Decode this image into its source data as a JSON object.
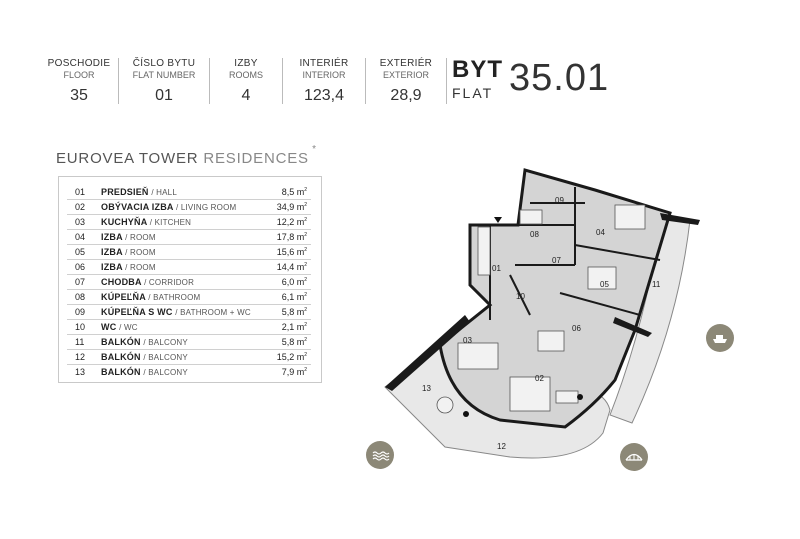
{
  "header": {
    "stats": [
      {
        "sk": "POSCHODIE",
        "en": "FLOOR",
        "value": "35"
      },
      {
        "sk": "ČÍSLO BYTU",
        "en": "FLAT NUMBER",
        "value": "01"
      },
      {
        "sk": "IZBY",
        "en": "ROOMS",
        "value": "4"
      },
      {
        "sk": "INTERIÉR",
        "en": "INTERIOR",
        "value": "123,4"
      },
      {
        "sk": "EXTERIÉR",
        "en": "EXTERIOR",
        "value": "28,9"
      }
    ],
    "flat_sk": "BYT",
    "flat_en": "FLAT",
    "flat_number": "35.01"
  },
  "title": {
    "main": "EUROVEA TOWER",
    "light": "RESIDENCES",
    "star": "*"
  },
  "rooms": [
    {
      "num": "01",
      "name": "PREDSIEŇ",
      "en": "/ HALL",
      "area": "8,5 m",
      "unit": "2"
    },
    {
      "num": "02",
      "name": "OBÝVACIA IZBA",
      "en": "/ LIVING ROOM",
      "area": "34,9 m",
      "unit": "2"
    },
    {
      "num": "03",
      "name": "KUCHYŇA",
      "en": "/ KITCHEN",
      "area": "12,2 m",
      "unit": "2"
    },
    {
      "num": "04",
      "name": "IZBA",
      "en": "/ ROOM",
      "area": "17,8 m",
      "unit": "2"
    },
    {
      "num": "05",
      "name": "IZBA",
      "en": "/ ROOM",
      "area": "15,6 m",
      "unit": "2"
    },
    {
      "num": "06",
      "name": "IZBA",
      "en": "/ ROOM",
      "area": "14,4 m",
      "unit": "2"
    },
    {
      "num": "07",
      "name": "CHODBA",
      "en": "/ CORRIDOR",
      "area": "6,0 m",
      "unit": "2"
    },
    {
      "num": "08",
      "name": "KÚPEĽŇA",
      "en": "/ BATHROOM",
      "area": "6,1 m",
      "unit": "2"
    },
    {
      "num": "09",
      "name": "KÚPEĽŇA S WC",
      "en": "/ BATHROOM + WC",
      "area": "5,8 m",
      "unit": "2"
    },
    {
      "num": "10",
      "name": "WC",
      "en": "/ WC",
      "area": "2,1 m",
      "unit": "2"
    },
    {
      "num": "11",
      "name": "BALKÓN",
      "en": "/ BALCONY",
      "area": "5,8 m",
      "unit": "2"
    },
    {
      "num": "12",
      "name": "BALKÓN",
      "en": "/ BALCONY",
      "area": "15,2 m",
      "unit": "2"
    },
    {
      "num": "13",
      "name": "BALKÓN",
      "en": "/ BALCONY",
      "area": "7,9 m",
      "unit": "2"
    }
  ],
  "plan_labels": [
    "01",
    "02",
    "03",
    "04",
    "05",
    "06",
    "07",
    "08",
    "09",
    "10",
    "11",
    "12",
    "13"
  ],
  "colors": {
    "wall": "#1a1a1a",
    "floor": "#cfcfcf",
    "balcony": "#e6e6e6",
    "accent": "#8c8877"
  },
  "icons": [
    "water-view-icon",
    "ship-view-icon",
    "bridge-view-icon"
  ]
}
